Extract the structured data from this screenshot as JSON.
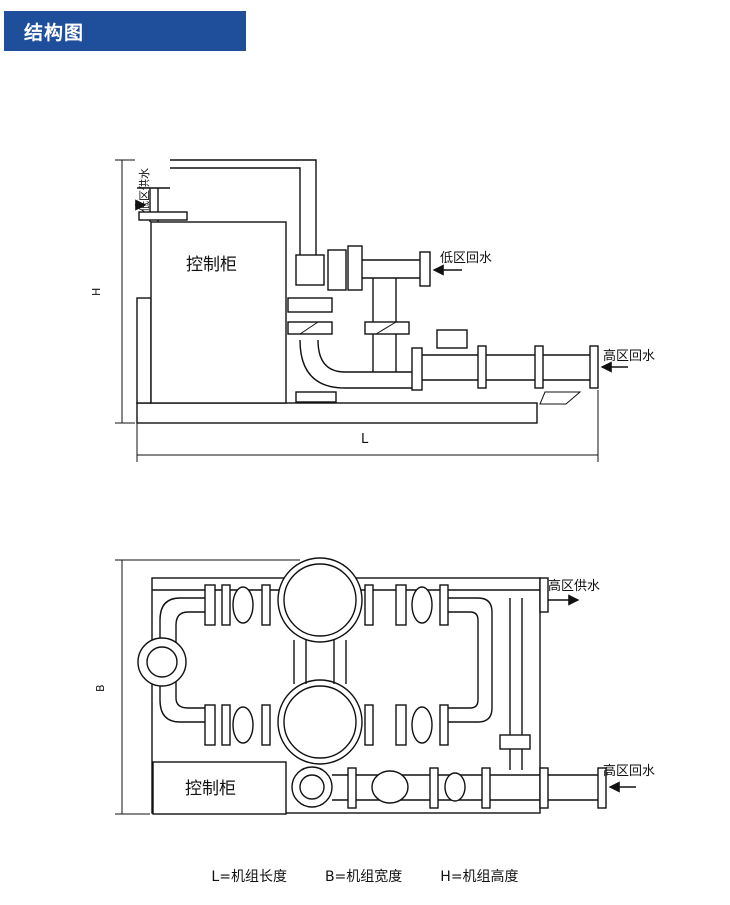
{
  "header": {
    "title": "结构图"
  },
  "side_view": {
    "control_cabinet": "控制柜",
    "low_zone_supply": "低区供水",
    "low_zone_return": "低区回水",
    "high_zone_return": "高区回水",
    "dim_height": "H",
    "dim_length": "L"
  },
  "top_view": {
    "control_cabinet": "控制柜",
    "high_zone_supply": "高区供水",
    "high_zone_return": "高区回水",
    "dim_width": "B"
  },
  "legend": {
    "length": "L=机组长度",
    "width": "B=机组宽度",
    "height": "H=机组高度"
  }
}
